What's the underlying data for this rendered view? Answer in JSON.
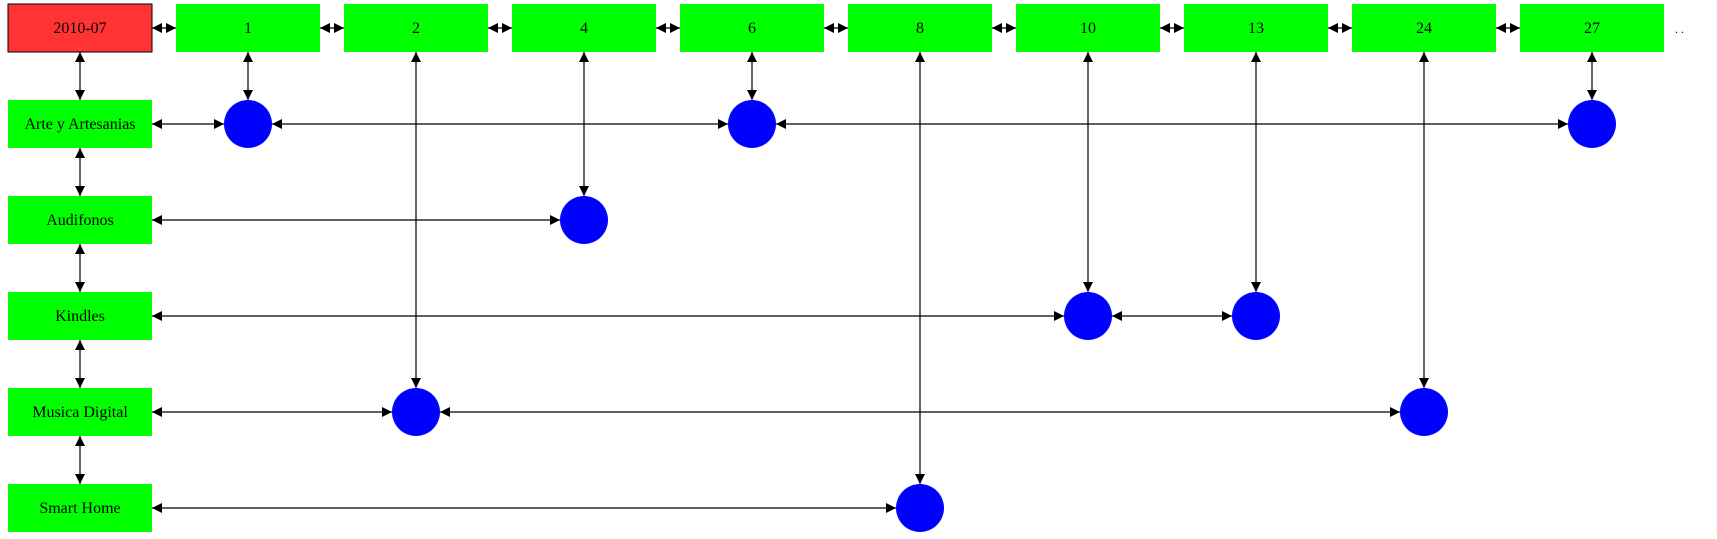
{
  "diagram": {
    "root": {
      "label": "2010-07",
      "color": "#ff3333"
    },
    "columns": [
      "1",
      "2",
      "4",
      "6",
      "8",
      "10",
      "13",
      "24",
      "27"
    ],
    "rows": [
      "Arte y Artesanias",
      "Audifonos",
      "Kindles",
      "Musica Digital",
      "Smart Home"
    ],
    "trailing_marker": ". .",
    "points": [
      {
        "row": "Arte y Artesanias",
        "column": "1"
      },
      {
        "row": "Arte y Artesanias",
        "column": "6"
      },
      {
        "row": "Arte y Artesanias",
        "column": "27"
      },
      {
        "row": "Audifonos",
        "column": "4"
      },
      {
        "row": "Kindles",
        "column": "10"
      },
      {
        "row": "Kindles",
        "column": "13"
      },
      {
        "row": "Musica Digital",
        "column": "2"
      },
      {
        "row": "Musica Digital",
        "column": "24"
      },
      {
        "row": "Smart Home",
        "column": "8"
      }
    ],
    "colors": {
      "header_fill": "#00ff00",
      "point_fill": "#0000ff",
      "edge": "#000000"
    }
  }
}
